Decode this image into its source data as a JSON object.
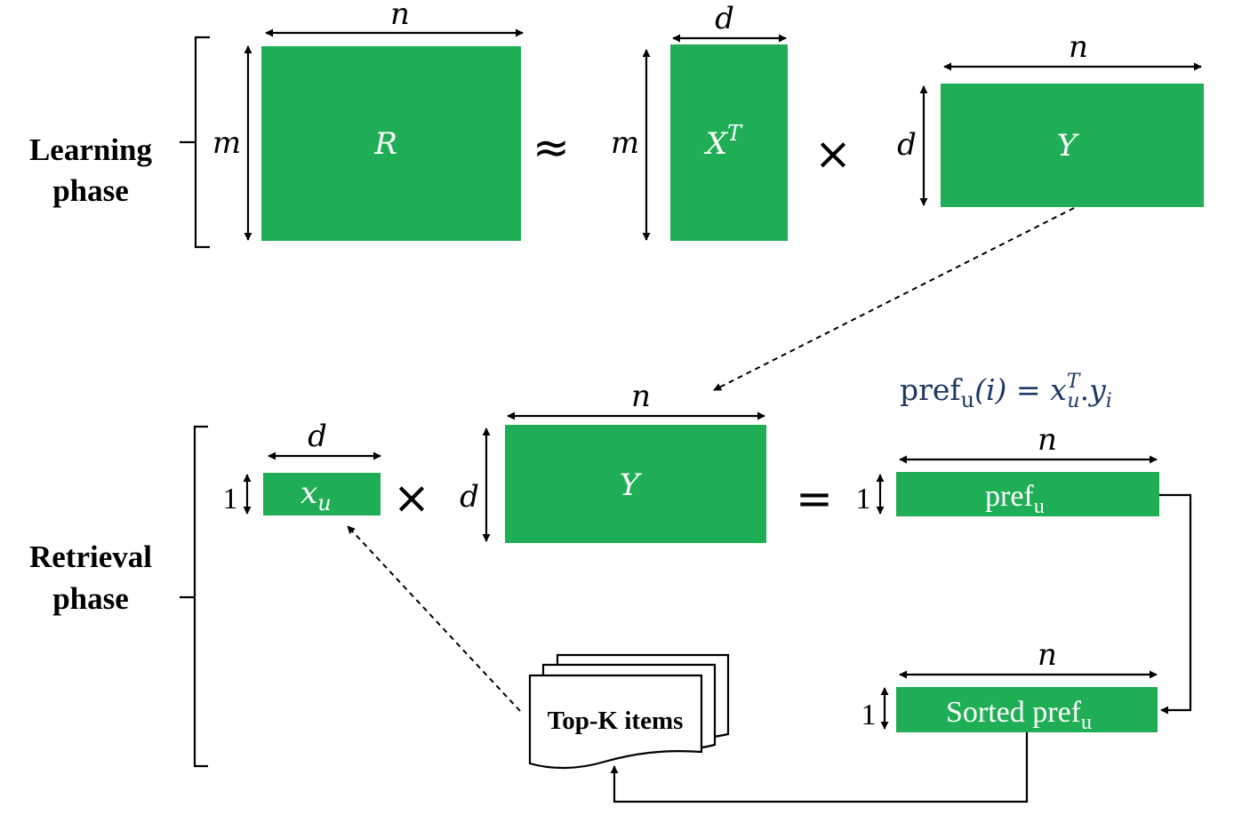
{
  "colors": {
    "matrix_fill": "#1fae56",
    "matrix_text": "#ffffff",
    "formula_text": "#1f3864",
    "ink": "#000000"
  },
  "learning_phase": {
    "label_line1": "Learning",
    "label_line2": "phase",
    "matrix_r": {
      "name": "R",
      "rows": "m",
      "cols": "n"
    },
    "approx_symbol": "≈",
    "matrix_xt": {
      "name": "X",
      "superscript": "T",
      "rows": "m",
      "cols": "d"
    },
    "times_symbol": "×",
    "matrix_y": {
      "name": "Y",
      "rows": "d",
      "cols": "n"
    }
  },
  "retrieval_phase": {
    "label_line1": "Retrieval",
    "label_line2": "phase",
    "formula": {
      "lhs": "pref",
      "lhs_sub": "u",
      "arg": "(i)",
      "equals": " = ",
      "x": "x",
      "x_sup": "T",
      "x_sub": "u",
      "dot": ".",
      "y": "y",
      "y_sub": "i"
    },
    "vector_xu": {
      "name": "x",
      "subscript": "u",
      "rows": "1",
      "cols": "d"
    },
    "times_symbol": "×",
    "matrix_y": {
      "name": "Y",
      "rows": "d",
      "cols": "n"
    },
    "equals_symbol": "=",
    "pref_vector": {
      "name": "pref",
      "subscript": "u",
      "rows": "1",
      "cols": "n"
    },
    "sorted_vector": {
      "name": "Sorted pref",
      "subscript": "u",
      "rows": "1",
      "cols": "n"
    },
    "topk_label": "Top-K items"
  }
}
